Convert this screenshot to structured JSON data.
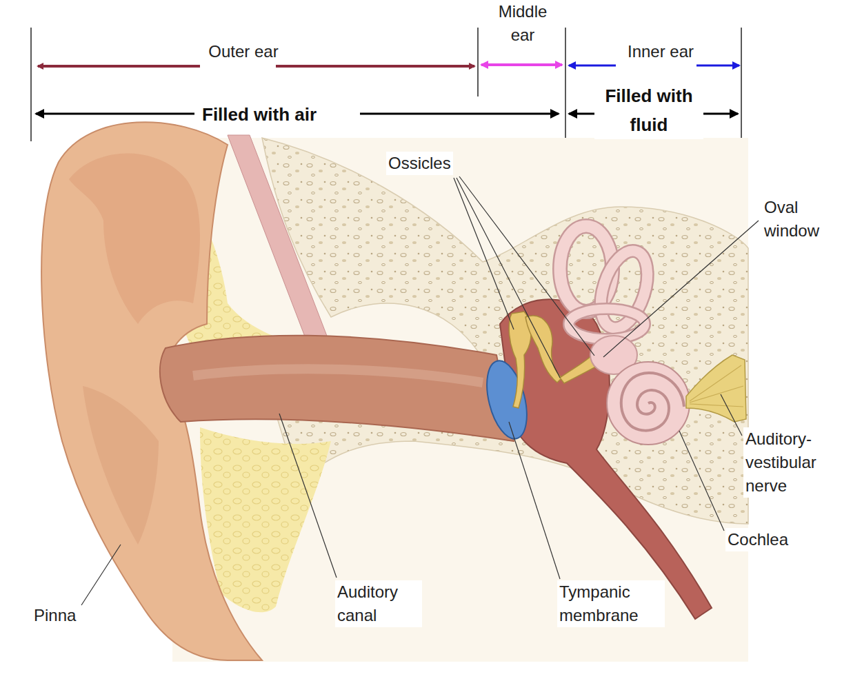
{
  "diagram": {
    "labels": [
      "Outer ear",
      "Middle ear",
      "Inner ear",
      "Filled with air",
      "Filled with fluid",
      "Ossicles",
      "Oval window",
      "Auditory-vestibular nerve",
      "Cochlea",
      "Pinna",
      "Auditory canal",
      "Tympanic membrane"
    ]
  }
}
